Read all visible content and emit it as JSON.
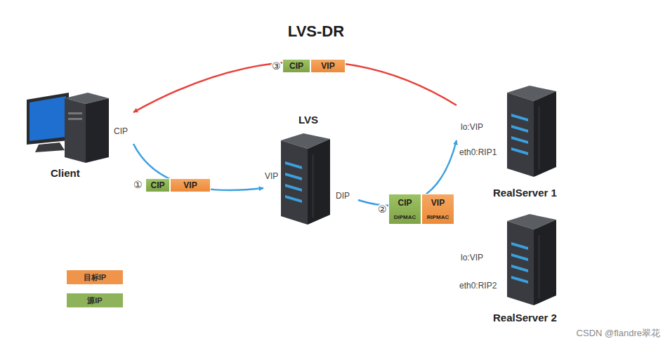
{
  "diagram": {
    "title": "LVS-DR",
    "nodes": [
      {
        "text": [
          "CIP",
          "Client"
        ]
      },
      {
        "text": [
          "LVS",
          "VIP",
          "DIP"
        ]
      },
      {
        "text": [
          "lo:VIP",
          "eth0:RIP1",
          "RealServer 1"
        ]
      },
      {
        "text": [
          "lo:VIP",
          "eth0:RIP2",
          "RealServer 2"
        ]
      },
      {
        "text": [
          "CIP"
        ]
      },
      {
        "text": [
          "VIP"
        ]
      },
      {
        "text": [
          "CIP",
          "DIPMAC"
        ]
      },
      {
        "text": [
          "VIP",
          "RIPMAC"
        ]
      },
      {
        "text": [
          "CIP"
        ]
      },
      {
        "text": [
          "VIP"
        ]
      }
    ],
    "edges": [
      {
        "from": 0,
        "to": 1,
        "arrow": "to"
      },
      {
        "from": 1,
        "to": 2,
        "arrow": "to"
      },
      {
        "from": 2,
        "to": 0,
        "arrow": "to"
      }
    ],
    "labels": [
      "①",
      "②",
      "③",
      "CSDN @flandre翠花"
    ],
    "legend": [
      {
        "text": "目标IP",
        "color": "#f0944a"
      },
      {
        "text": "源IP",
        "color": "#8fb35a"
      }
    ]
  }
}
